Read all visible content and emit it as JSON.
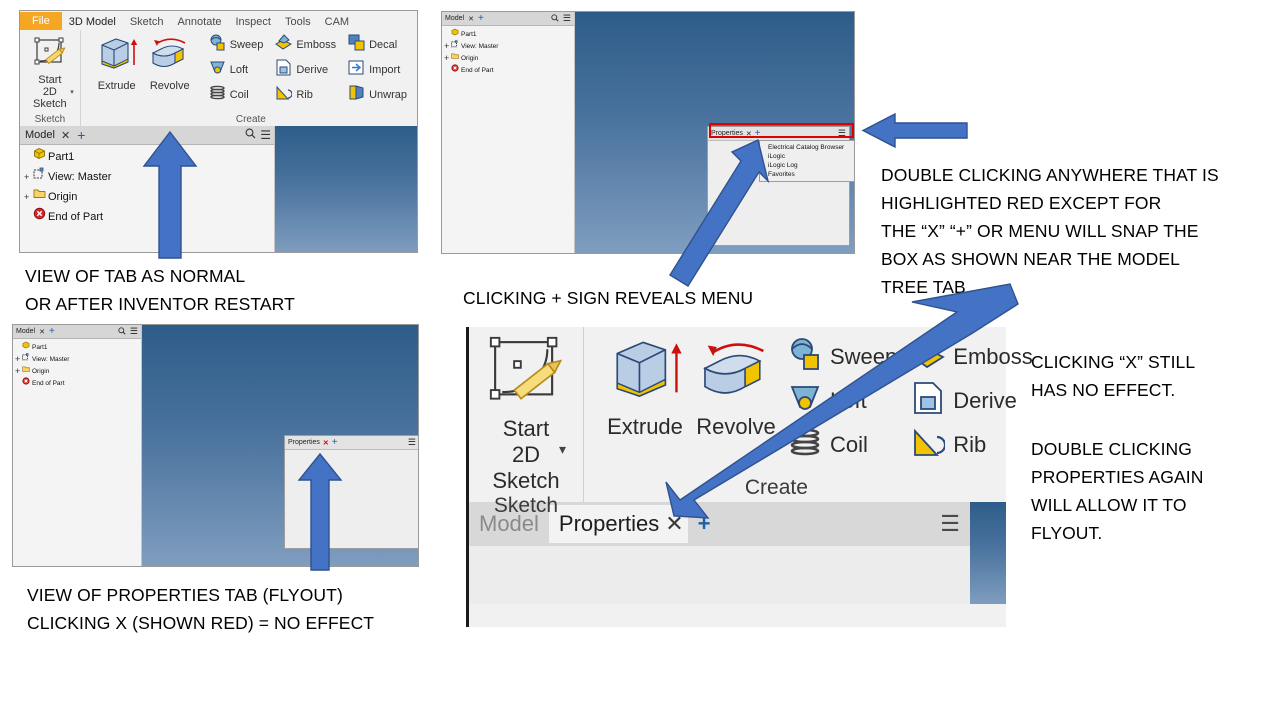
{
  "ribbon": {
    "tabs": [
      {
        "label": "File",
        "state": "file"
      },
      {
        "label": "3D Model",
        "state": "active"
      },
      {
        "label": "Sketch",
        "state": "normal"
      },
      {
        "label": "Annotate",
        "state": "normal"
      },
      {
        "label": "Inspect",
        "state": "normal"
      },
      {
        "label": "Tools",
        "state": "normal"
      },
      {
        "label": "CAM",
        "state": "normal"
      }
    ],
    "sketch_group": {
      "label": "Sketch",
      "button_line1": "Start",
      "button_line2": "2D Sketch"
    },
    "create_group": {
      "label": "Create",
      "big_buttons": [
        {
          "label": "Extrude",
          "icon": "extrude-icon"
        },
        {
          "label": "Revolve",
          "icon": "revolve-icon"
        }
      ],
      "column_a": [
        {
          "label": "Sweep",
          "icon": "sweep-icon"
        },
        {
          "label": "Loft",
          "icon": "loft-icon"
        },
        {
          "label": "Coil",
          "icon": "coil-icon"
        }
      ],
      "column_b": [
        {
          "label": "Emboss",
          "icon": "emboss-icon"
        },
        {
          "label": "Derive",
          "icon": "derive-icon"
        },
        {
          "label": "Rib",
          "icon": "rib-icon"
        }
      ],
      "column_c": [
        {
          "label": "Decal",
          "icon": "decal-icon"
        },
        {
          "label": "Import",
          "icon": "import-icon"
        },
        {
          "label": "Unwrap",
          "icon": "unwrap-icon"
        }
      ]
    }
  },
  "browser": {
    "tab_model": "Model",
    "close_glyph": "✕",
    "add_glyph": "+",
    "search_icon": "search-icon",
    "menu_glyph": "☰",
    "tree": [
      {
        "label": "Part1",
        "expander": "",
        "icon": "part-icon"
      },
      {
        "label": "View: Master",
        "expander": "+",
        "icon": "view-icon"
      },
      {
        "label": "Origin",
        "expander": "+",
        "icon": "folder-icon"
      },
      {
        "label": "End of Part",
        "expander": "",
        "icon": "end-of-part-icon"
      }
    ]
  },
  "flyout": {
    "title": "Properties",
    "close_glyph": "✕",
    "add_glyph": "+",
    "menu_glyph": "☰"
  },
  "dropdown_menu": {
    "items": [
      "Electrical Catalog Browser",
      "iLogic",
      "iLogic Log",
      "Favorites"
    ]
  },
  "bottom_right_panel": {
    "tabs": [
      {
        "label": "Model",
        "state": "inactive"
      },
      {
        "label": "Properties",
        "state": "active"
      }
    ],
    "close_glyph": "✕",
    "add_glyph": "+",
    "menu_glyph": "☰"
  },
  "callouts": {
    "top_left": "VIEW OF TAB AS NORMAL\nOR AFTER INVENTOR RESTART",
    "top_middle": "CLICKING + SIGN REVEALS MENU",
    "top_right": "DOUBLE CLICKING ANYWHERE THAT IS\nHIGHLIGHTED RED EXCEPT FOR\nTHE “X” “+” OR MENU WILL SNAP THE\nBOX AS SHOWN NEAR THE MODEL\nTREE TAB",
    "bottom_left": "VIEW OF PROPERTIES TAB (FLYOUT)\nCLICKING X (SHOWN RED) = NO EFFECT",
    "bottom_right_a": "CLICKING “X” STILL\nHAS NO EFFECT.",
    "bottom_right_b": "DOUBLE CLICKING\nPROPERTIES AGAIN\nWILL ALLOW IT TO\nFLYOUT."
  },
  "colors": {
    "arrow_fill": "#4472C4",
    "arrow_stroke": "#2F528F",
    "highlight_red": "#e00000",
    "file_tab_orange": "#f5a623",
    "viewport_top": "#2e5c8a",
    "viewport_bottom": "#7f9dbf"
  }
}
